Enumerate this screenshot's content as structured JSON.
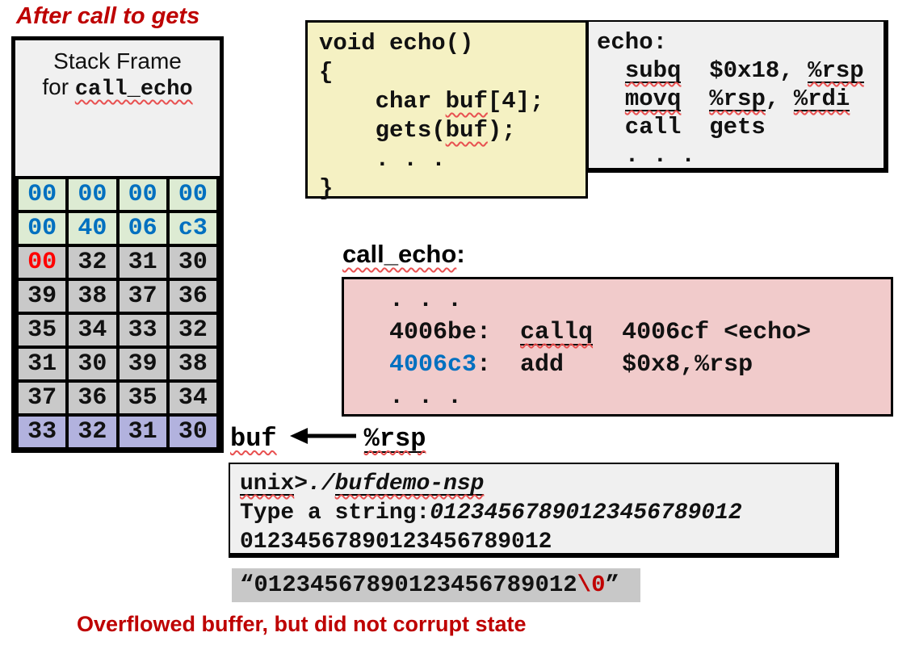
{
  "title": "After call to gets",
  "footer": "Overflowed buffer, but did not corrupt state",
  "colors": {
    "accent_red": "#BE0000",
    "byte_blue": "#0070C0",
    "byte_red": "#FF0000",
    "green_row": "#DDEBD3",
    "gray_row": "#C9C9C9",
    "purple_row": "#B2B2DE",
    "pink_box": "#F1CBCB",
    "yellow_box": "#F5F1C3",
    "panel_gray": "#F0F0F0",
    "string_box_gray": "#C8C8C8"
  },
  "stack": {
    "label_line1": "Stack Frame",
    "label_line2_prefix": "for ",
    "label_line2_code": "call_echo",
    "rows": [
      {
        "bg": "green",
        "color": "blue",
        "cells": [
          "00",
          "00",
          "00",
          "00"
        ]
      },
      {
        "bg": "green",
        "color": "blue",
        "cells": [
          "00",
          "40",
          "06",
          "c3"
        ]
      },
      {
        "bg": "gray",
        "color": "black",
        "cells": [
          {
            "t": "00",
            "c": "red"
          },
          "32",
          "31",
          "30"
        ]
      },
      {
        "bg": "gray",
        "color": "black",
        "cells": [
          "39",
          "38",
          "37",
          "36"
        ]
      },
      {
        "bg": "gray",
        "color": "black",
        "cells": [
          "35",
          "34",
          "33",
          "32"
        ]
      },
      {
        "bg": "gray",
        "color": "black",
        "cells": [
          "31",
          "30",
          "39",
          "38"
        ]
      },
      {
        "bg": "gray",
        "color": "black",
        "cells": [
          "37",
          "36",
          "35",
          "34"
        ]
      },
      {
        "bg": "purple",
        "color": "black",
        "cells": [
          "33",
          "32",
          "31",
          "30"
        ]
      }
    ]
  },
  "echo_source": {
    "lines": [
      [
        {
          "t": "void echo()"
        }
      ],
      [
        {
          "t": "{"
        }
      ],
      [
        {
          "t": "    char "
        },
        {
          "t": "buf",
          "c": "sq"
        },
        {
          "t": "[4];"
        }
      ],
      [
        {
          "t": "    gets("
        },
        {
          "t": "buf",
          "c": "sq"
        },
        {
          "t": ");"
        }
      ],
      [
        {
          "t": "    . . ."
        }
      ],
      [
        {
          "t": "}"
        }
      ]
    ]
  },
  "echo_asm": {
    "lines": [
      [
        {
          "t": "echo:"
        }
      ],
      [
        {
          "t": "  "
        },
        {
          "t": "subq",
          "c": "sq ul"
        },
        {
          "t": "  $0x18, "
        },
        {
          "t": "%rsp",
          "c": "sq ul"
        }
      ],
      [
        {
          "t": "  "
        },
        {
          "t": "movq",
          "c": "sq ul"
        },
        {
          "t": "  "
        },
        {
          "t": "%rsp",
          "c": "sq ul"
        },
        {
          "t": ", "
        },
        {
          "t": "%rdi",
          "c": "sq ul"
        }
      ],
      [
        {
          "t": "  call  gets"
        }
      ],
      [
        {
          "t": "  . . ."
        }
      ]
    ]
  },
  "call_echo": {
    "heading_code": "call_echo",
    "heading_colon": ":",
    "lines": [
      [
        {
          "t": "  . . ."
        }
      ],
      [
        {
          "t": "  4006be:  "
        },
        {
          "t": "callq",
          "c": "sq ul"
        },
        {
          "t": "  4006cf <echo>"
        }
      ],
      [
        {
          "t": "  "
        },
        {
          "t": "4006c3",
          "c": "b"
        },
        {
          "t": ":  add    $0x8,%rsp"
        }
      ],
      [
        {
          "t": "  . . ."
        }
      ]
    ]
  },
  "buf_pointer": {
    "buf": "buf",
    "reg": "%rsp"
  },
  "terminal": {
    "lines": [
      [
        {
          "t": "unix",
          "c": "sq ul"
        },
        {
          "t": ">"
        },
        {
          "t": "./",
          "c": "it"
        },
        {
          "t": "bufdemo-nsp",
          "c": "sq ul it"
        }
      ],
      [
        {
          "t": "Type a string:"
        },
        {
          "t": "01234567890123456789012",
          "c": "it"
        }
      ],
      [
        {
          "t": "01234567890123456789012"
        }
      ]
    ]
  },
  "buffer_string": {
    "lines": [
      [
        {
          "t": "“01234567890123456789012"
        },
        {
          "t": "\\0",
          "c": "r"
        },
        {
          "t": "”"
        }
      ]
    ]
  }
}
